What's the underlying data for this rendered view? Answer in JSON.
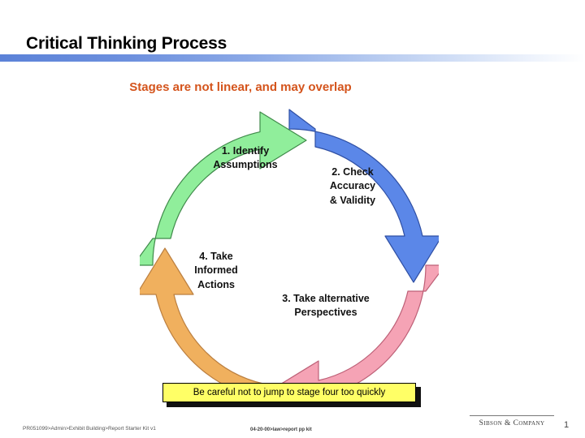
{
  "slide": {
    "title": "Critical Thinking Process",
    "subtitle": "Stages are not linear, and may overlap"
  },
  "callout": {
    "text": "Be careful not to jump to stage four too quickly",
    "fill_color": "#ffff66",
    "border_color": "#000000"
  },
  "cycle": {
    "stages": [
      {
        "number": "1.",
        "label": "1. Identify\nAssumptions",
        "line1": "1. Identify",
        "line2": "Assumptions",
        "color": "#90ee9b",
        "stroke": "#3a7a43"
      },
      {
        "number": "2.",
        "label": "2. Check\nAccuracy\n& Validity",
        "line1": "2. Check",
        "line2": "Accuracy",
        "line3": "& Validity",
        "color": "#5b87e8",
        "stroke": "#2b4a9e"
      },
      {
        "number": "3.",
        "label": "3. Take alternative\nPerspectives",
        "line1": "3. Take alternative",
        "line2": "Perspectives",
        "color": "#f5a3b5",
        "stroke": "#b55c72"
      },
      {
        "number": "4.",
        "label": "4. Take\nInformed\nActions",
        "line1": "4. Take",
        "line2": "Informed",
        "line3": "Actions",
        "color": "#f0b05e",
        "stroke": "#b5793a"
      }
    ]
  },
  "footer": {
    "path": "PR051099>Admin>Exhibit Building>Report Starter Kit v1",
    "code": "04-20-00>law>report pp kit",
    "company": "Sibson & Company",
    "page_number": "1"
  },
  "colors": {
    "title_rule_start": "#5b82d8",
    "subtitle": "#d4541c",
    "hub": "#ffffff"
  }
}
